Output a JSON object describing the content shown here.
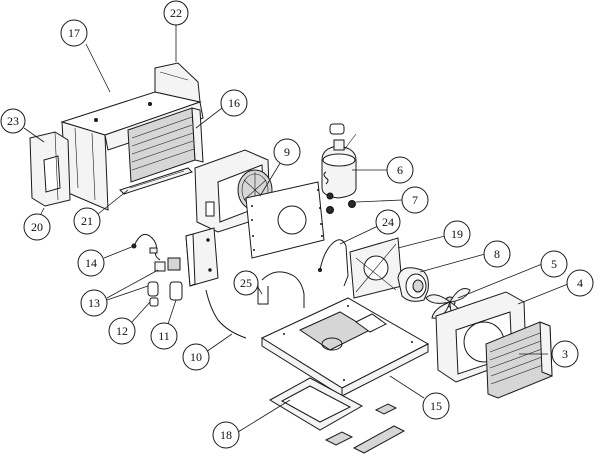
{
  "callouts": [
    {
      "id": "c3",
      "label": "3"
    },
    {
      "id": "c4",
      "label": "4"
    },
    {
      "id": "c5",
      "label": "5"
    },
    {
      "id": "c6",
      "label": "6"
    },
    {
      "id": "c7",
      "label": "7"
    },
    {
      "id": "c8",
      "label": "8"
    },
    {
      "id": "c9",
      "label": "9"
    },
    {
      "id": "c10",
      "label": "10"
    },
    {
      "id": "c11",
      "label": "11"
    },
    {
      "id": "c12",
      "label": "12"
    },
    {
      "id": "c13",
      "label": "13"
    },
    {
      "id": "c14",
      "label": "14"
    },
    {
      "id": "c15",
      "label": "15"
    },
    {
      "id": "c16",
      "label": "16"
    },
    {
      "id": "c17",
      "label": "17"
    },
    {
      "id": "c18",
      "label": "18"
    },
    {
      "id": "c19",
      "label": "19"
    },
    {
      "id": "c20",
      "label": "20"
    },
    {
      "id": "c21",
      "label": "21"
    },
    {
      "id": "c22",
      "label": "22"
    },
    {
      "id": "c23",
      "label": "23"
    },
    {
      "id": "c24",
      "label": "24"
    },
    {
      "id": "c25",
      "label": "25"
    }
  ]
}
